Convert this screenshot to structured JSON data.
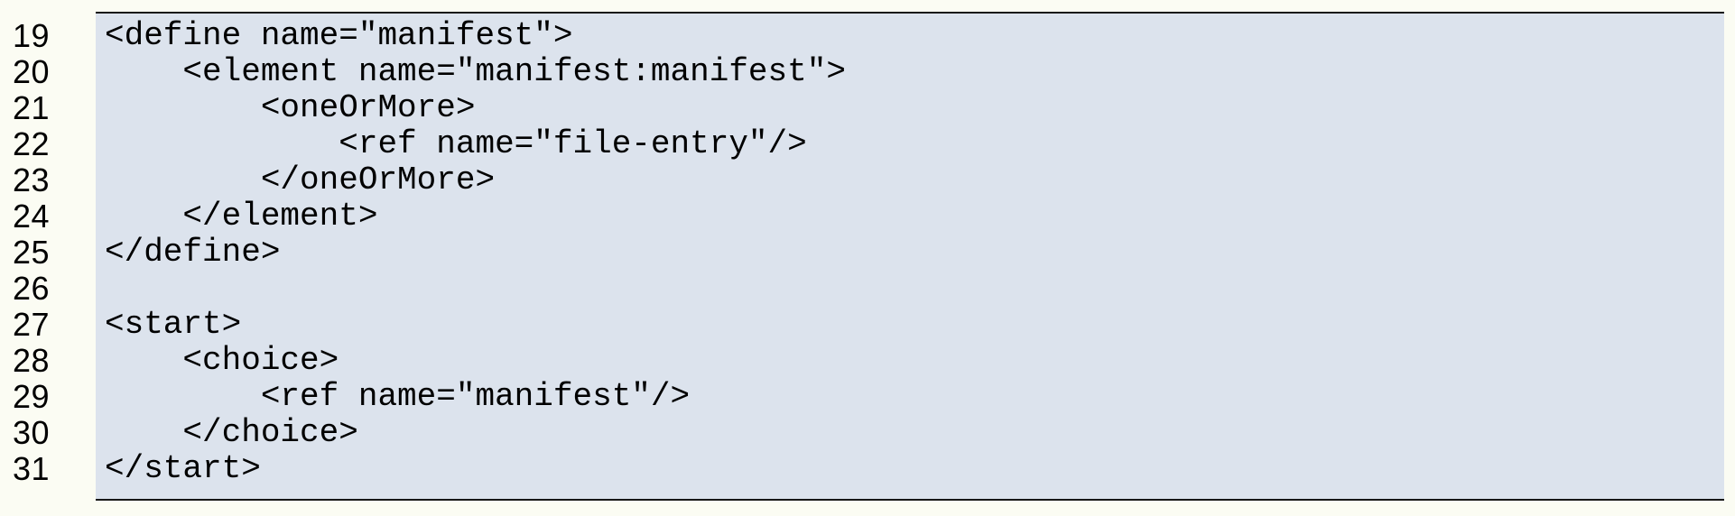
{
  "listing": {
    "language": "relax-ng-xml",
    "first_line_number": 19,
    "last_line_number": 31,
    "lines": [
      {
        "no": "19",
        "code": "<define name=\"manifest\">"
      },
      {
        "no": "20",
        "code": "    <element name=\"manifest:manifest\">"
      },
      {
        "no": "21",
        "code": "        <oneOrMore>"
      },
      {
        "no": "22",
        "code": "            <ref name=\"file-entry\"/>"
      },
      {
        "no": "23",
        "code": "        </oneOrMore>"
      },
      {
        "no": "24",
        "code": "    </element>"
      },
      {
        "no": "25",
        "code": "</define>"
      },
      {
        "no": "26",
        "code": ""
      },
      {
        "no": "27",
        "code": "<start>"
      },
      {
        "no": "28",
        "code": "    <choice>"
      },
      {
        "no": "29",
        "code": "        <ref name=\"manifest\"/>"
      },
      {
        "no": "30",
        "code": "    </choice>"
      },
      {
        "no": "31",
        "code": "</start>"
      }
    ]
  },
  "colors": {
    "page_background": "#fbfcf3",
    "code_background": "#dce3ed",
    "rule": "#161616",
    "text": "#000000"
  }
}
